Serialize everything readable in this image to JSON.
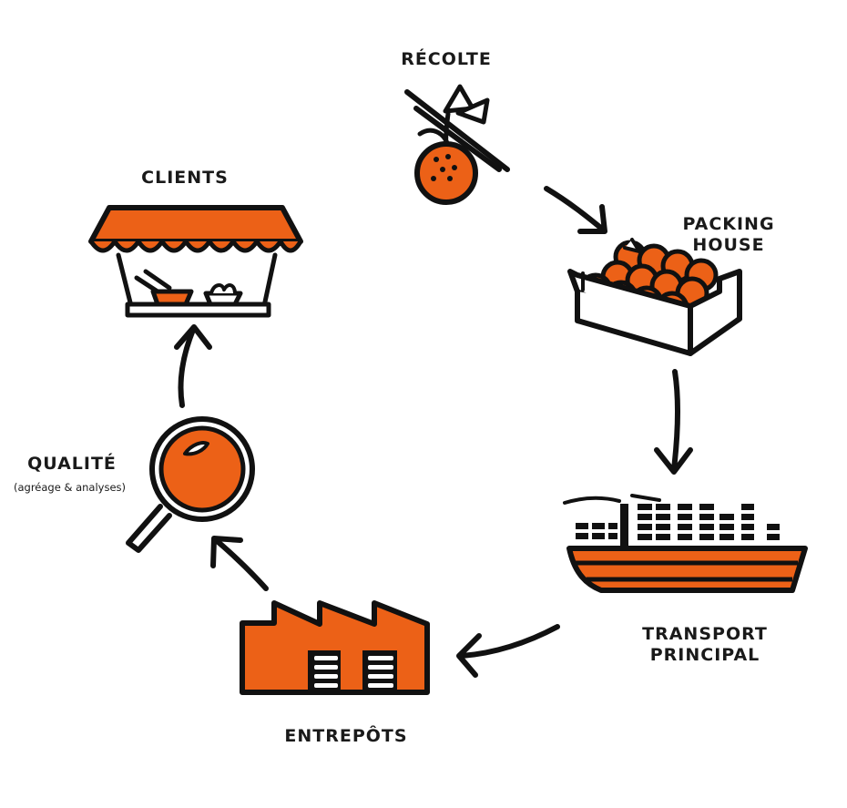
{
  "colors": {
    "accent": "#ec6117",
    "ink": "#111111",
    "background": "#ffffff"
  },
  "steps": {
    "recolte": {
      "label": "RÉCOLTE",
      "icon": "orange-branch-icon"
    },
    "packing": {
      "line1": "PACKING",
      "line2": "HOUSE",
      "icon": "crate-icon"
    },
    "transport": {
      "line1": "TRANSPORT",
      "line2": "PRINCIPAL",
      "icon": "cargo-ship-icon"
    },
    "entrepots": {
      "label": "ENTREPÔTS",
      "icon": "factory-icon"
    },
    "qualite": {
      "label": "QUALITÉ",
      "sublabel": "(agréage & analyses)",
      "icon": "magnifier-icon"
    },
    "clients": {
      "label": "CLIENTS",
      "icon": "market-stall-icon"
    }
  }
}
